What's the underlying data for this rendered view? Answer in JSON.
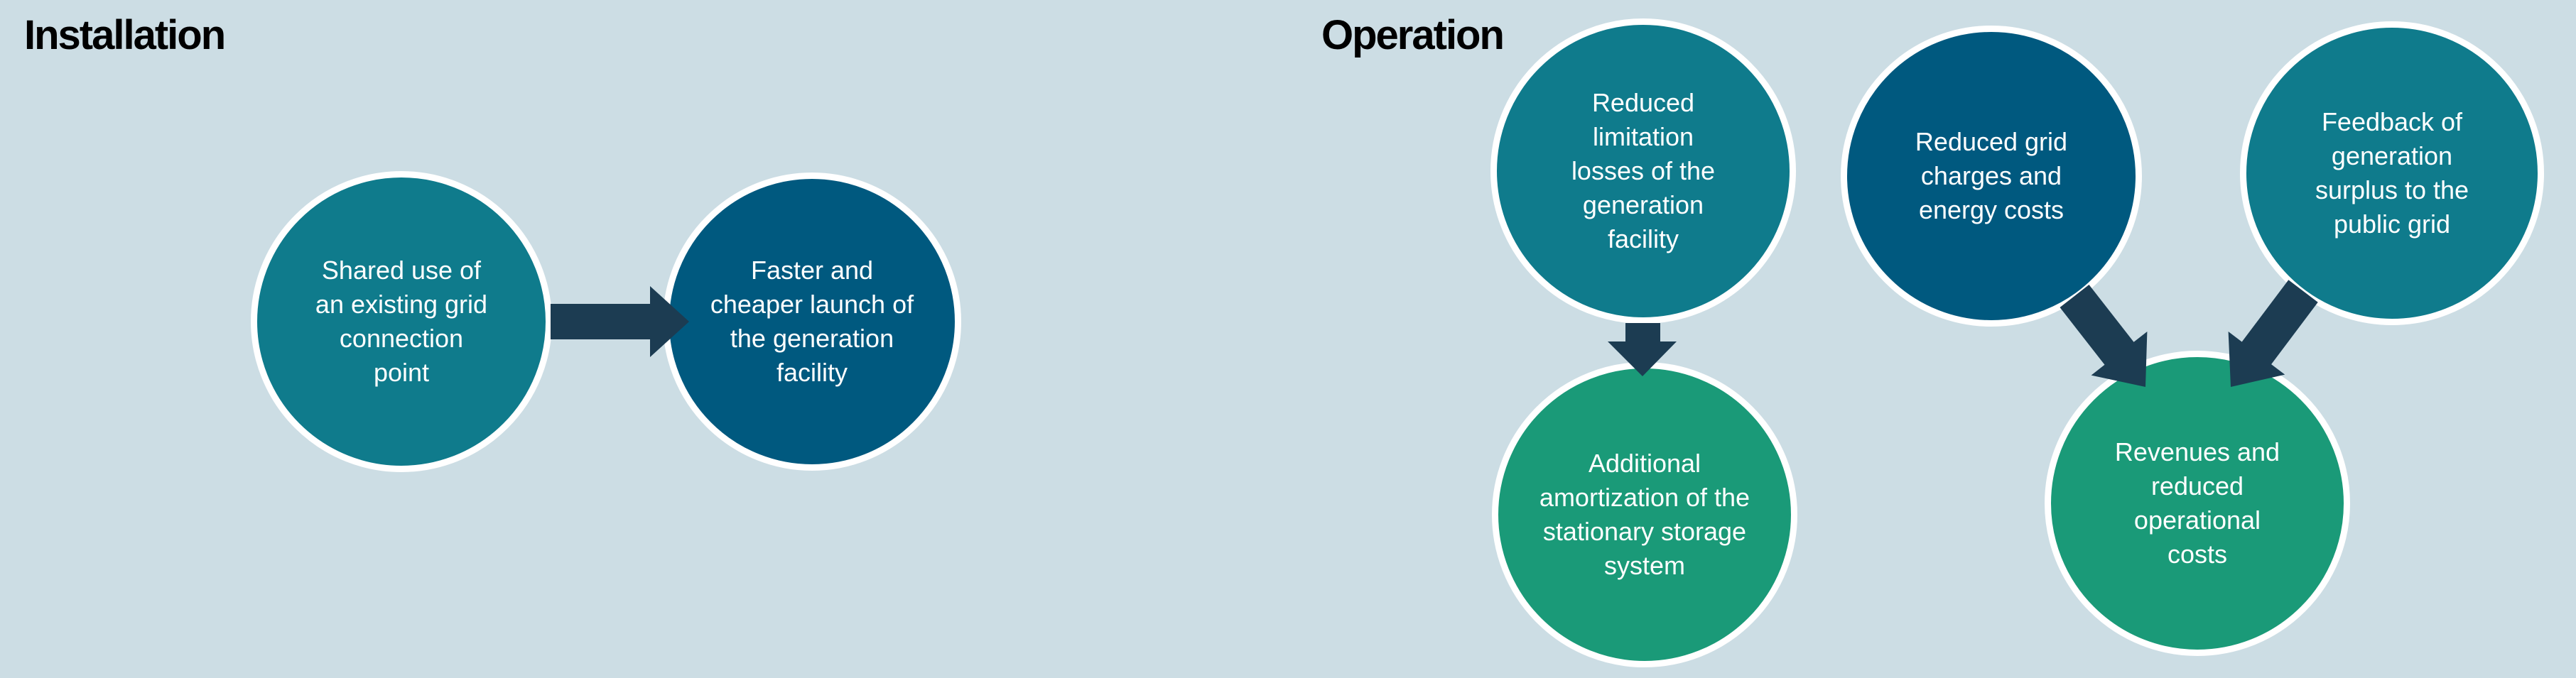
{
  "canvas": {
    "background": "#ccdde4"
  },
  "colors": {
    "background": "#ccdde4",
    "teal": "#0f7b8c",
    "navy": "#00597f",
    "green": "#1a9a78",
    "arrow": "#1c3c52",
    "title_text": "#000000",
    "node_text": "#ffffff",
    "node_border": "#ffffff"
  },
  "sections": {
    "installation": {
      "title": "Installation"
    },
    "operation": {
      "title": "Operation"
    }
  },
  "nodes": {
    "shared_use": {
      "label": "Shared use of\nan existing grid\nconnection\npoint",
      "color_role": "teal"
    },
    "faster_launch": {
      "label": "Faster and\ncheaper launch of\nthe generation\nfacility",
      "color_role": "navy"
    },
    "reduced_limitation": {
      "label": "Reduced\nlimitation\nlosses of the\ngeneration\nfacility",
      "color_role": "teal"
    },
    "reduced_grid_charges": {
      "label": "Reduced grid\ncharges and\nenergy costs",
      "color_role": "navy"
    },
    "feedback_surplus": {
      "label": "Feedback of\ngeneration\nsurplus to the\npublic grid",
      "color_role": "teal"
    },
    "additional_amortization": {
      "label": "Additional\namortization of the\nstationary storage\nsystem",
      "color_role": "green"
    },
    "revenues_reduced_costs": {
      "label": "Revenues and\nreduced\noperational\ncosts",
      "color_role": "green"
    }
  },
  "arrows": {
    "install_flow": {
      "from": "shared_use",
      "to": "faster_launch",
      "direction": "right"
    },
    "amortization_flow": {
      "from": "reduced_limitation",
      "to": "additional_amortization",
      "direction": "down"
    },
    "charges_flow": {
      "from": "reduced_grid_charges",
      "to": "revenues_reduced_costs",
      "direction": "down-right"
    },
    "feedback_flow": {
      "from": "feedback_surplus",
      "to": "revenues_reduced_costs",
      "direction": "down-left"
    }
  }
}
